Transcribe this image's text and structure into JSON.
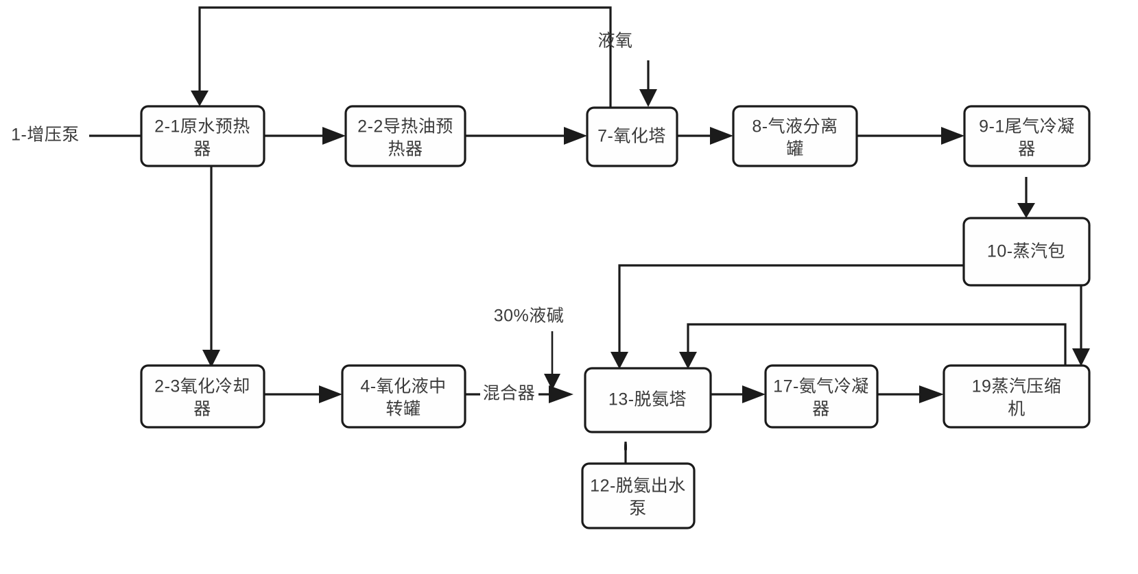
{
  "diagram": {
    "title": "",
    "background_color": "#ffffff",
    "stroke_color": "#1b1b1b",
    "text_color": "#3a3a3a",
    "node_fill": "#fefefe",
    "nodes": [
      {
        "id": "n1",
        "label": "1-增压泵",
        "kind": "text-only"
      },
      {
        "id": "n21",
        "label": "2-1原水预热器",
        "kind": "box"
      },
      {
        "id": "n22",
        "label": "2-2导热油预热器",
        "kind": "box"
      },
      {
        "id": "n7",
        "label": "7-氧化塔",
        "kind": "box"
      },
      {
        "id": "n8",
        "label": "8-气液分离罐",
        "kind": "box"
      },
      {
        "id": "n91",
        "label": "9-1尾气冷凝器",
        "kind": "box"
      },
      {
        "id": "n10",
        "label": "10-蒸汽包",
        "kind": "box"
      },
      {
        "id": "n23",
        "label": "2-3氧化冷却器",
        "kind": "box"
      },
      {
        "id": "n4",
        "label": "4-氧化液中转罐",
        "kind": "box"
      },
      {
        "id": "n13",
        "label": "13-脱氨塔",
        "kind": "box"
      },
      {
        "id": "n17",
        "label": "17-氨气冷凝器",
        "kind": "box"
      },
      {
        "id": "n19",
        "label": "19蒸汽压缩机",
        "kind": "box"
      },
      {
        "id": "n12",
        "label": "12-脱氨出水泵",
        "kind": "box"
      }
    ],
    "free_labels": [
      {
        "id": "f_lox",
        "label": "液氧"
      },
      {
        "id": "f_alkali",
        "label": "30%液碱"
      },
      {
        "id": "f_mixer",
        "label": "混合器"
      }
    ],
    "node_lines": {
      "n21": [
        "2-1原水预热",
        "器"
      ],
      "n22": [
        "2-2导热油预",
        "热器"
      ],
      "n7": [
        "7-氧化塔"
      ],
      "n8": [
        "8-气液分离",
        "罐"
      ],
      "n91": [
        "9-1尾气冷凝",
        "器"
      ],
      "n10": [
        "10-蒸汽包"
      ],
      "n23": [
        "2-3氧化冷却",
        "器"
      ],
      "n4": [
        "4-氧化液中",
        "转罐"
      ],
      "n13": [
        "13-脱氨塔"
      ],
      "n17": [
        "17-氨气冷凝",
        "器"
      ],
      "n19": [
        "19蒸汽压缩",
        "机"
      ],
      "n12": [
        "12-脱氨出水",
        "泵"
      ]
    },
    "edges": [
      {
        "from": "1-增压泵",
        "to": "2-1原水预热器"
      },
      {
        "from": "2-1原水预热器",
        "to": "2-2导热油预热器"
      },
      {
        "from": "2-2导热油预热器",
        "to": "7-氧化塔"
      },
      {
        "from": "7-氧化塔",
        "to": "2-1原水预热器"
      },
      {
        "from": "液氧",
        "to": "7-氧化塔"
      },
      {
        "from": "7-氧化塔",
        "to": "8-气液分离罐"
      },
      {
        "from": "8-气液分离罐",
        "to": "9-1尾气冷凝器"
      },
      {
        "from": "9-1尾气冷凝器",
        "to": "10-蒸汽包"
      },
      {
        "from": "2-1原水预热器",
        "to": "2-3氧化冷却器"
      },
      {
        "from": "2-3氧化冷却器",
        "to": "4-氧化液中转罐"
      },
      {
        "from": "4-氧化液中转罐",
        "to": "混合器"
      },
      {
        "from": "30%液碱",
        "to": "混合器"
      },
      {
        "from": "混合器",
        "to": "13-脱氨塔"
      },
      {
        "from": "10-蒸汽包",
        "to": "13-脱氨塔"
      },
      {
        "from": "19蒸汽压缩机",
        "to": "13-脱氨塔"
      },
      {
        "from": "10-蒸汽包",
        "to": "19蒸汽压缩机"
      },
      {
        "from": "13-脱氨塔",
        "to": "17-氨气冷凝器"
      },
      {
        "from": "17-氨气冷凝器",
        "to": "19蒸汽压缩机"
      },
      {
        "from": "13-脱氨塔",
        "to": "12-脱氨出水泵"
      }
    ]
  }
}
